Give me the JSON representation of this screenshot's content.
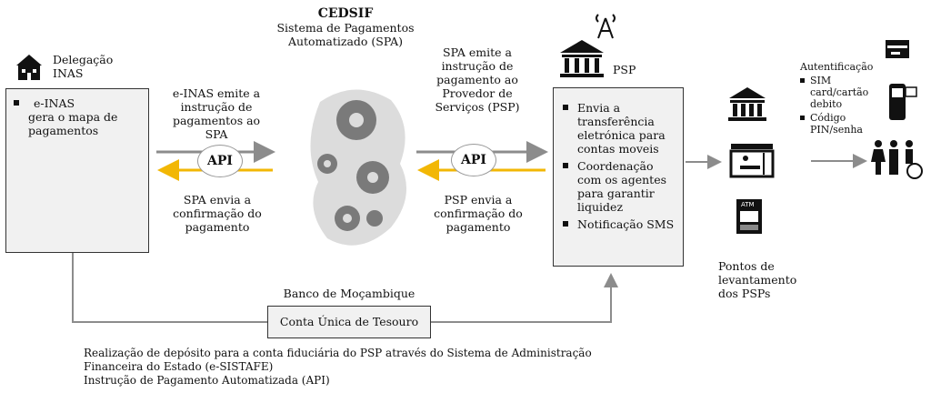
{
  "inas": {
    "title_line1": "Delegação",
    "title_line2": "INAS",
    "bullet_line1": "e-INAS",
    "bullet_line2": "gera o mapa de",
    "bullet_line3": "pagamentos"
  },
  "cedsif": {
    "title": "CEDSIF",
    "sub_line1": "Sistema de Pagamentos",
    "sub_line2": "Automatizado (SPA)"
  },
  "flow_left": {
    "top": [
      "e-INAS emite a",
      "instrução de",
      "pagamentos ao SPA"
    ],
    "bottom": [
      "SPA envia a",
      "confirmação do",
      "pagamento"
    ],
    "api": "API"
  },
  "flow_right": {
    "top": [
      "SPA emite a",
      "instrução de",
      "pagamento ao",
      "Provedor de",
      "Serviços (PSP)"
    ],
    "bottom": [
      "PSP envia a",
      "confirmação do",
      "pagamento"
    ],
    "api": "API"
  },
  "psp": {
    "title": "PSP",
    "bullet1": [
      "Envia a",
      "transferência",
      "eletrónica para",
      "contas moveis"
    ],
    "bullet2": [
      "Coordenação",
      "com os agentes",
      "para garantir",
      "liquidez"
    ],
    "bullet3": [
      "Notificação SMS"
    ]
  },
  "pontos": [
    "Pontos de",
    "levantamento",
    "dos PSPs"
  ],
  "atm_label": "ATM",
  "auth": {
    "title": "Autentificação",
    "item1": [
      "SIM",
      "card/cartão",
      "debito"
    ],
    "item2": [
      "Código",
      "PIN/senha"
    ]
  },
  "bank": {
    "title": "Banco de Moçambique",
    "account": "Conta Única de Tesouro"
  },
  "footer": [
    "Realização de depósito para a conta fiduciária do PSP através do Sistema de Administração",
    "Financeira do Estado (e-SISTAFE)",
    "Instrução de Pagamento Automatizada (API)"
  ],
  "colors": {
    "grey_arrow": "#8c8c8c",
    "yellow_arrow": "#f2b705",
    "box_fill": "#f1f1f1",
    "gear": "#7a7a7a"
  }
}
